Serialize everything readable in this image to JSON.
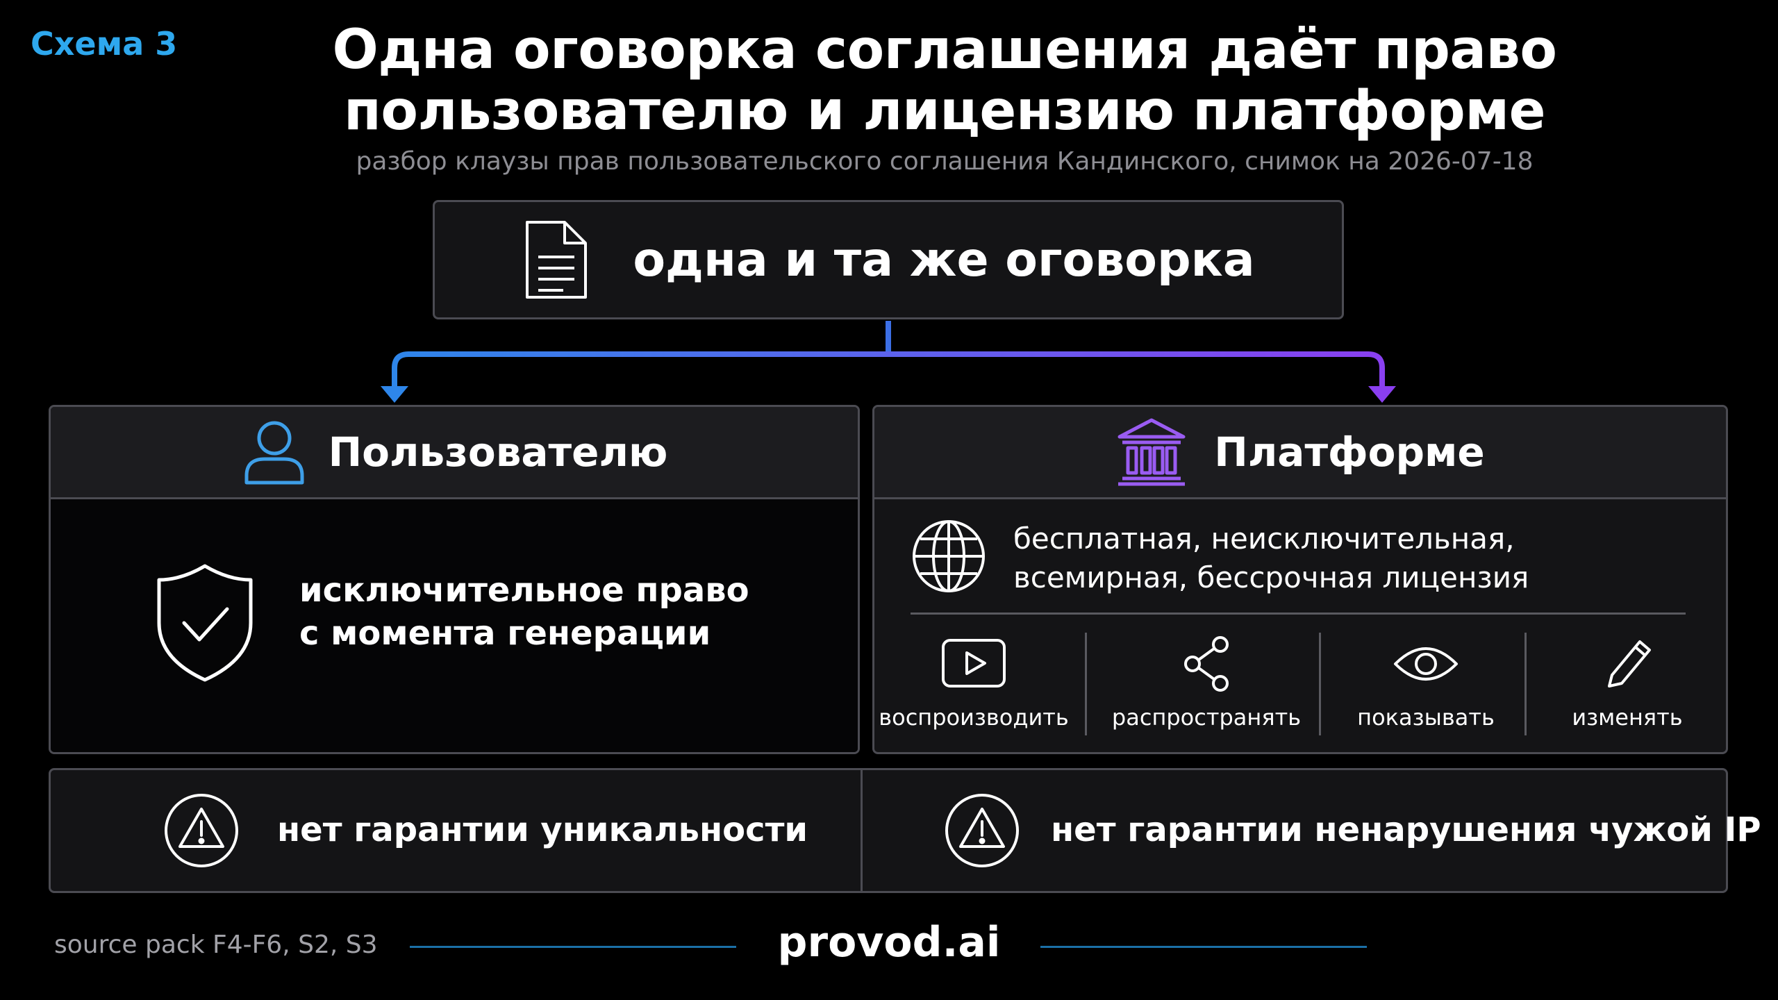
{
  "header": {
    "scheme_label": "Схема 3",
    "title_line1": "Одна оговорка соглашения даёт право",
    "title_line2": "пользователю и лицензию платформе",
    "subtitle": "разбор клаузы прав пользовательского соглашения Кандинского, снимок на 2026-07-18"
  },
  "clause": {
    "text": "одна и та же оговорка",
    "icon": "document-icon"
  },
  "connector": {
    "color_left": "#2e86ea",
    "color_right": "#8a3ff0"
  },
  "user_panel": {
    "heading": "Пользователю",
    "icon": "person-icon",
    "icon_color": "#3e9fe8",
    "right_line1": "исключительное право",
    "right_line2": "с момента генерации",
    "body_icon": "shield-check-icon"
  },
  "platform_panel": {
    "heading": "Платформе",
    "icon": "institution-icon",
    "icon_color": "#9a5cf2",
    "license_line1": "бесплатная, неисключительная,",
    "license_line2": "всемирная, бессрочная лицензия",
    "license_icon": "globe-icon",
    "actions": [
      {
        "label": "воспроизводить",
        "icon": "play-icon"
      },
      {
        "label": "распространять",
        "icon": "share-icon"
      },
      {
        "label": "показывать",
        "icon": "eye-icon"
      },
      {
        "label": "изменять",
        "icon": "pencil-icon"
      }
    ]
  },
  "warnings": [
    {
      "text": "нет гарантии уникальности",
      "icon": "warning-icon"
    },
    {
      "text": "нет гарантии ненарушения чужой IP",
      "icon": "warning-icon"
    }
  ],
  "footer": {
    "source": "source pack F4-F6, S2, S3",
    "brand": "provod.ai",
    "line_color": "#1b6fa6"
  }
}
